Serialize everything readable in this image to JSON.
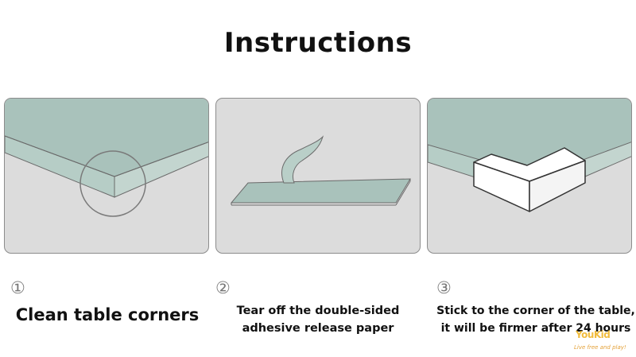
{
  "title": "Instructions",
  "steps": [
    {
      "number": "①",
      "caption_lines": [
        "Clean table corners"
      ]
    },
    {
      "number": "②",
      "caption_lines": [
        "Tear off the double-sided",
        "adhesive release paper"
      ]
    },
    {
      "number": "③",
      "caption_lines": [
        "Stick to the corner of the table,",
        "it will be firmer after 24 hours"
      ]
    }
  ],
  "logo": {
    "mark": "YouKid",
    "tagline": "Live free and play!"
  },
  "colors": {
    "table_top": "#a9c2bb",
    "table_edge": "#b6cdc6",
    "panel_background": "#dcdcdc",
    "outline": "#6a6a6a",
    "guard": "#ffffff"
  }
}
